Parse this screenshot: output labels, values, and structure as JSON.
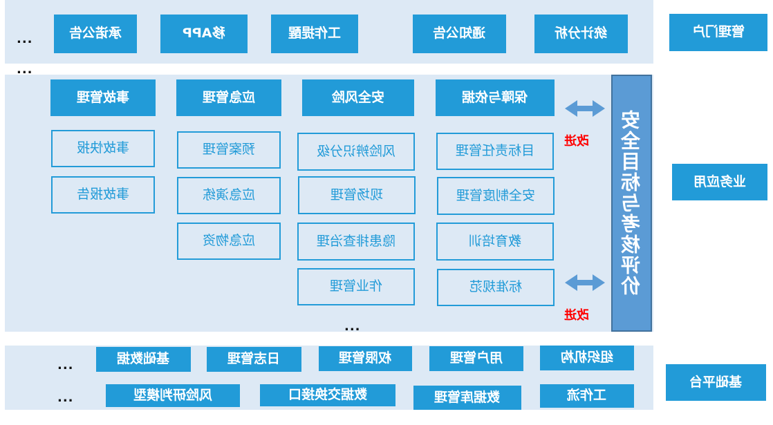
{
  "side_labels": {
    "portal": "管理门户",
    "business": "业务应用",
    "platform": "基础平台"
  },
  "portal_items": [
    "承诺公告",
    "移APP",
    "工作提醒",
    "通知公告",
    "统计分析"
  ],
  "ellipsis": "...",
  "modules": [
    {
      "title": "事故管理",
      "items": [
        "事故快报",
        "事故报告"
      ]
    },
    {
      "title": "应急管理",
      "items": [
        "预案管理",
        "应急演练",
        "应急物资"
      ]
    },
    {
      "title": "安全风险",
      "items": [
        "风险辨识分级",
        "现场管理",
        "隐患排查治理",
        "作业管理"
      ]
    },
    {
      "title": "保障与依据",
      "items": [
        "目标责任管理",
        "安全制度管理",
        "教育培训",
        "标准规范"
      ]
    }
  ],
  "evaluation": "安全目标与考核评价",
  "improve": "改进",
  "platform_items": [
    "基础数据",
    "日志管理",
    "权限管理",
    "用户管理",
    "组织机构",
    "风险研判模型",
    "数据交换接口",
    "数据库管理",
    "工作流"
  ],
  "colors": {
    "button": "#229bd8",
    "band": "#dde9f5",
    "bar": "#5b9bd5",
    "improve": "#ff0000"
  }
}
